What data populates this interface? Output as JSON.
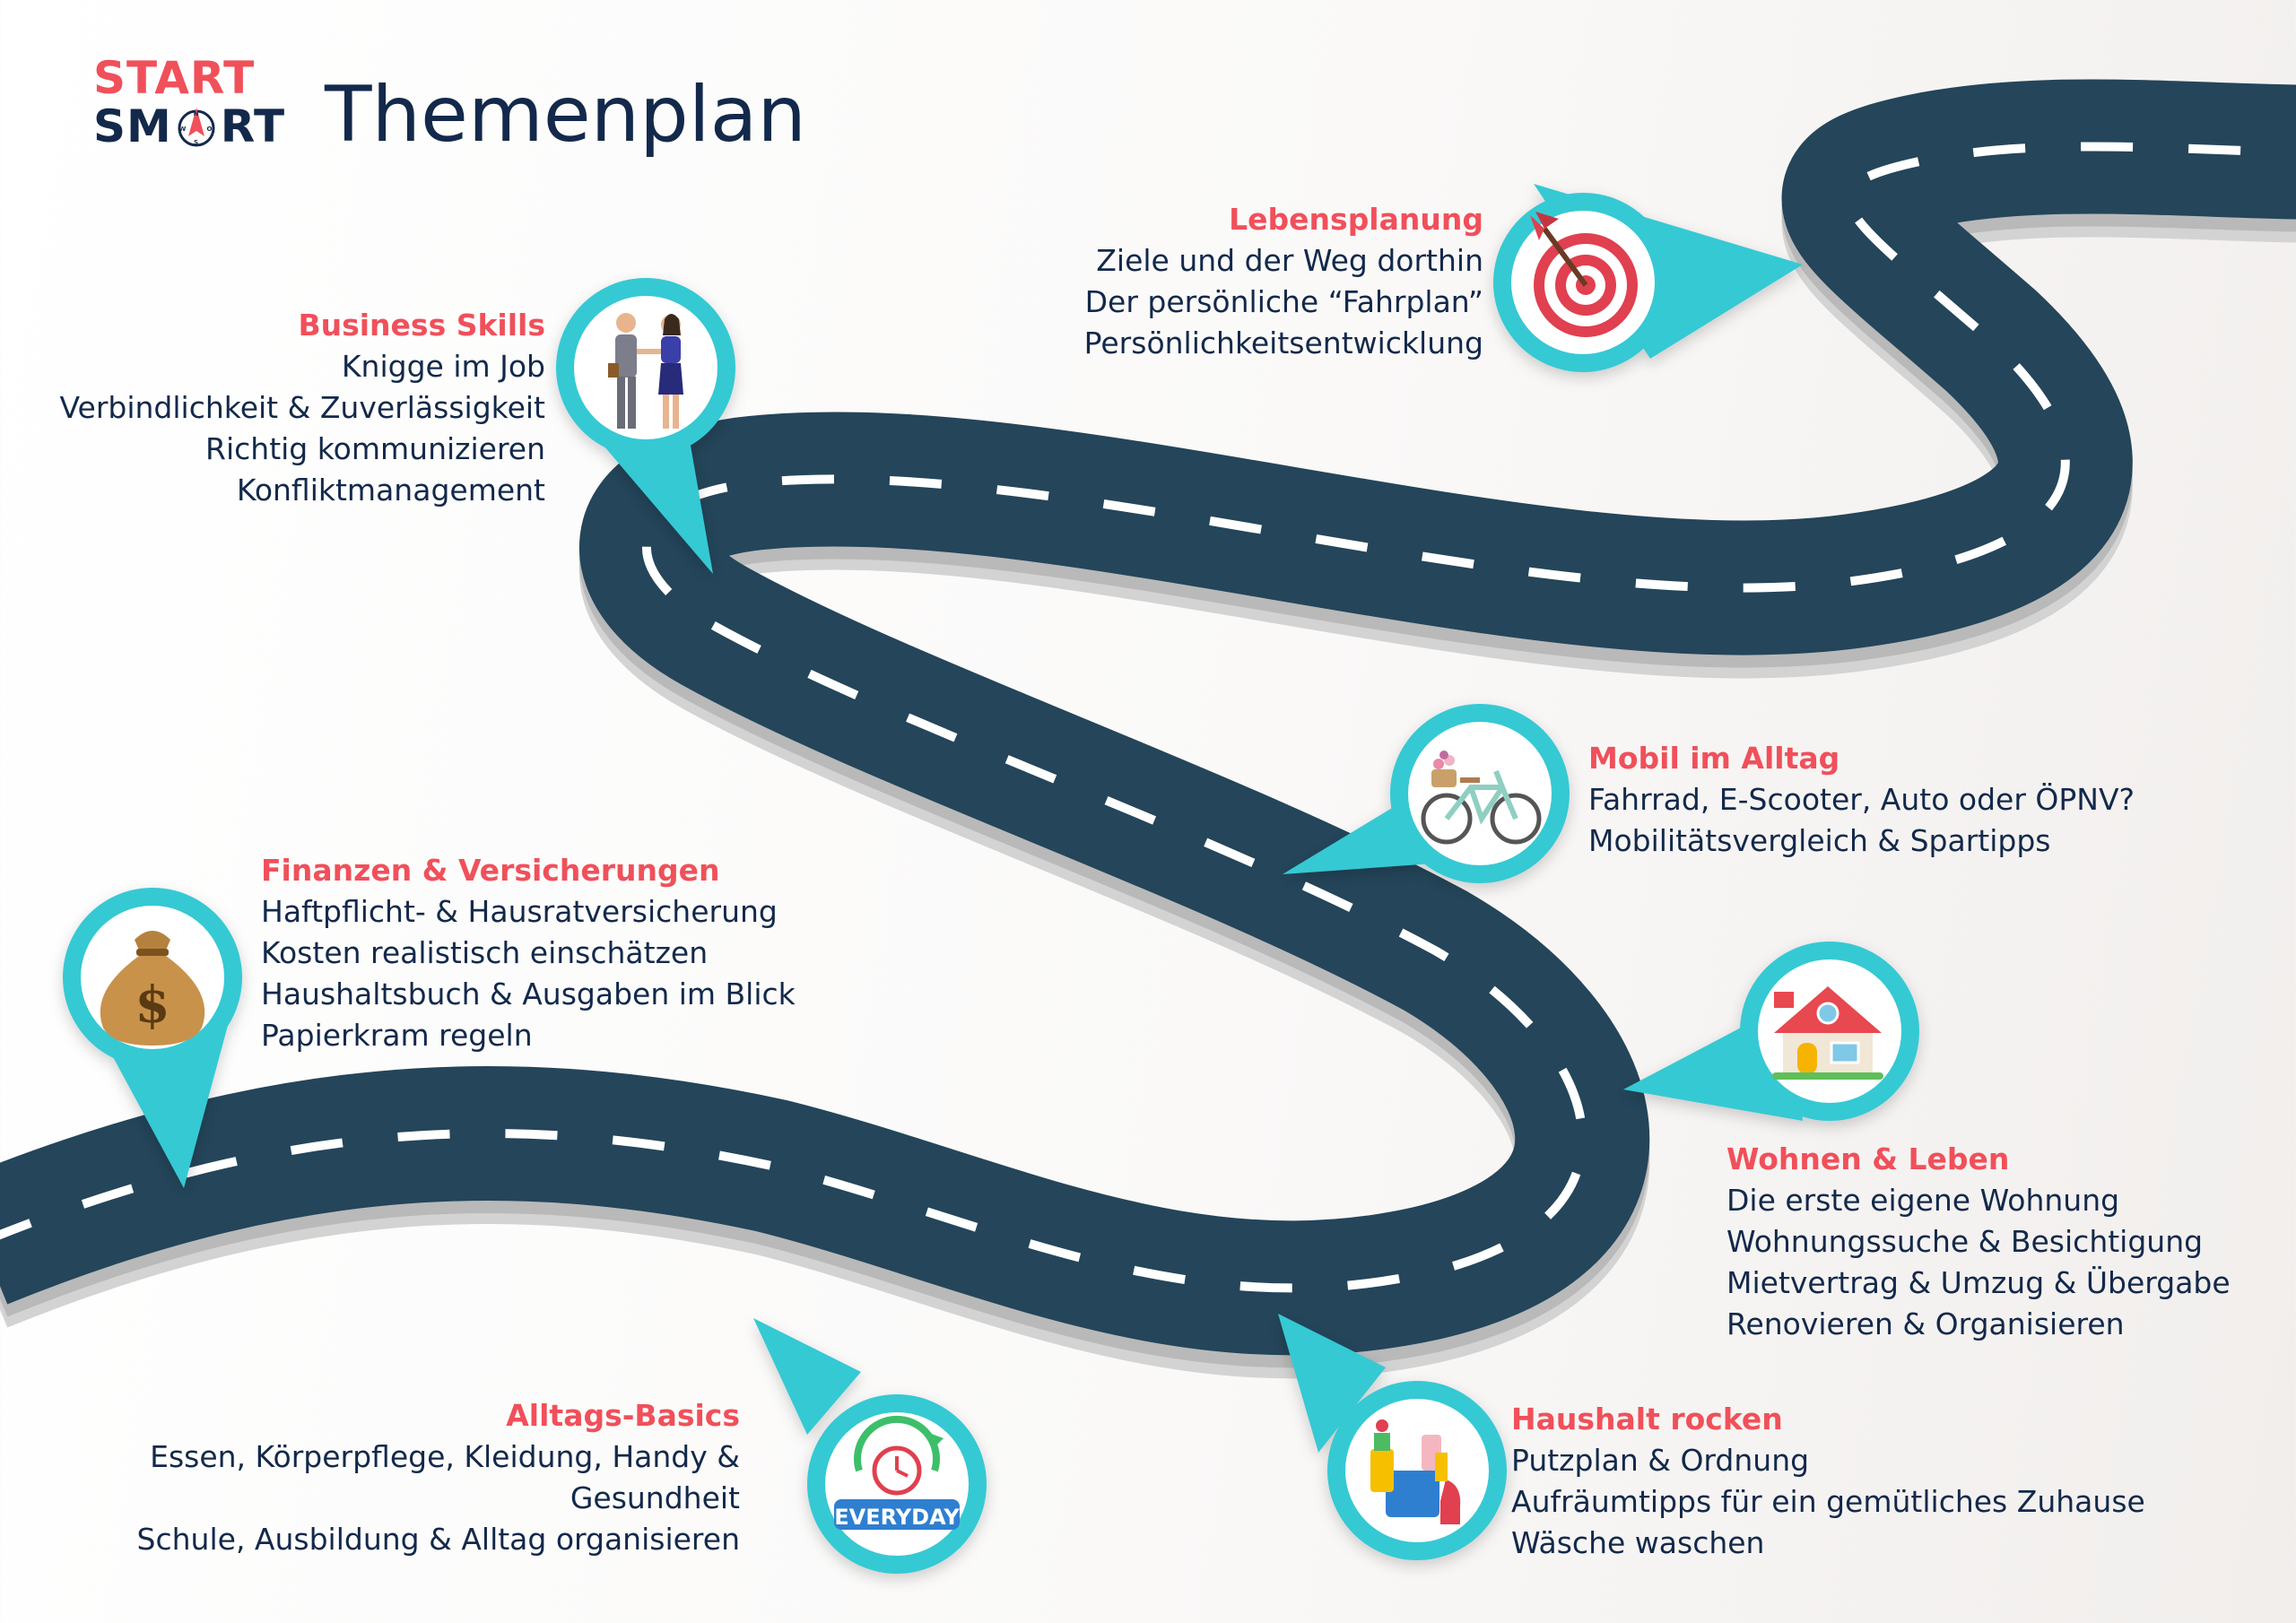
{
  "header": {
    "logo_top": "START",
    "logo_bottom_left": "SM",
    "logo_bottom_right": "RT",
    "title": "Themenplan"
  },
  "colors": {
    "road": "#24455a",
    "road_edge": "#d7d7d7",
    "marker": "#35c9d4",
    "accent": "#f0505a",
    "text": "#13294b"
  },
  "topics": [
    {
      "id": "lebensplanung",
      "heading": "Lebensplanung",
      "icon": "target-icon",
      "items": [
        "Ziele und der Weg dorthin",
        "Der persönliche “Fahrplan”",
        "Persönlichkeitsentwicklung"
      ]
    },
    {
      "id": "business",
      "heading": "Business Skills",
      "icon": "handshake-icon",
      "items": [
        "Knigge im Job",
        "Verbindlichkeit & Zuverlässigkeit",
        "Richtig kommunizieren",
        "Konfliktmanagement"
      ]
    },
    {
      "id": "mobil",
      "heading": "Mobil im Alltag",
      "icon": "bicycle-icon",
      "items": [
        "Fahrrad, E-Scooter, Auto oder ÖPNV?",
        "Mobilitätsvergleich & Spartipps"
      ]
    },
    {
      "id": "finanzen",
      "heading": "Finanzen & Versicherungen",
      "icon": "money-bag-icon",
      "items": [
        "Haftpflicht- & Hausratversicherung",
        "Kosten realistisch einschätzen",
        "Haushaltsbuch & Ausgaben im Blick",
        "Papierkram regeln"
      ]
    },
    {
      "id": "wohnen",
      "heading": "Wohnen & Leben",
      "icon": "house-icon",
      "items": [
        "Die erste eigene Wohnung",
        "Wohnungssuche & Besichtigung",
        "Mietvertrag & Umzug & Übergabe",
        "Renovieren & Organisieren"
      ]
    },
    {
      "id": "alltag",
      "heading": "Alltags-Basics",
      "icon": "everyday-clock-icon",
      "items": [
        "Essen, Körperpflege, Kleidung, Handy &",
        "Gesundheit",
        "Schule, Ausbildung & Alltag organisieren"
      ]
    },
    {
      "id": "haushalt",
      "heading": "Haushalt rocken",
      "icon": "cleaning-supplies-icon",
      "items": [
        "Putzplan & Ordnung",
        "Aufräumtipps für ein gemütliches Zuhause",
        "Wäsche waschen"
      ]
    }
  ],
  "badge": {
    "everyday_label": "EVERYDAY",
    "dollar_sign": "$"
  },
  "compass_letters": {
    "n": "N",
    "s": "S",
    "w": "W",
    "o": "O"
  }
}
